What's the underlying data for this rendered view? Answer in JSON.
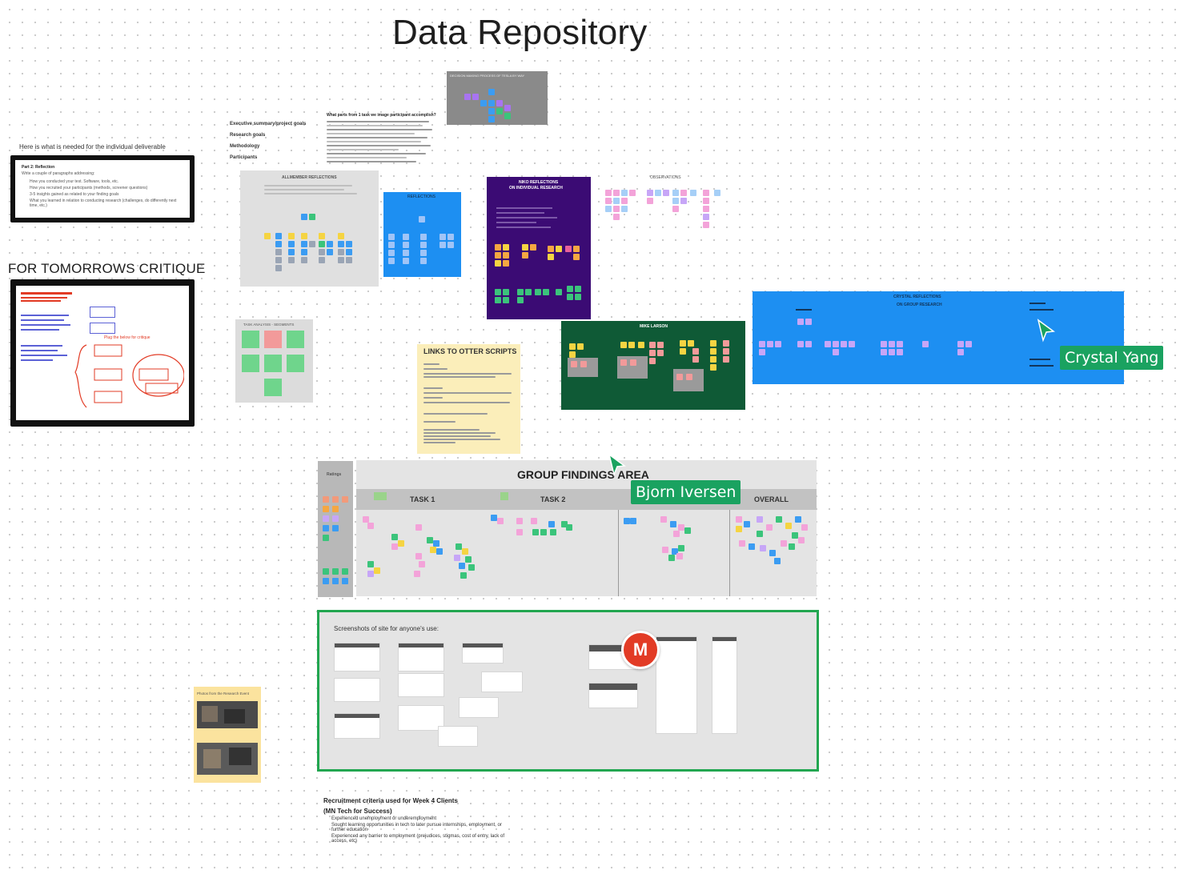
{
  "board": {
    "title": "Data Repository"
  },
  "deliverable": {
    "heading": "Here is what is needed for the individual deliverable",
    "part_label": "Part 2: Reflection",
    "checklist": "Write a couple of paragraphs addressing:",
    "bullets": [
      "How you conducted your test. Software, tools, etc.",
      "How you recruited your participants (methods, screener questions)",
      "3-5 insights gained as related to your finding goals",
      "What you learned in relation to conducting research (challenges, do differently next time, etc.)"
    ]
  },
  "critique": {
    "heading": "FOR TOMORROWS CRITIQUE",
    "plug_text": "Plug the below for critique"
  },
  "project_info": {
    "labels": [
      "Executive summary/project goals",
      "Research goals",
      "Methodology",
      "Participants"
    ],
    "question": "What parts from 1 task we image participant accomplish?"
  },
  "frames": {
    "heatmap_title": "DECISION MAKING PROCESS OF TESLA BY WAY",
    "allmember_title": "ALLMEMBER REFLECTIONS",
    "blue_small_title": "REFLECTIONS",
    "purple_title": "NIKO REFLECTIONS",
    "purple_subtitle": "ON INDIVIDUAL RESEARCH",
    "pastel_title": "OBSERVATIONS",
    "task_analysis_title": "TASK ANALYSIS - SEGMENTS",
    "links_title": "LINKS TO OTTER SCRIPTS",
    "mike_title": "MIKE LARSON",
    "crystal_title": "CRYSTAL REFLECTIONS",
    "crystal_subtitle": "ON GROUP RESEARCH"
  },
  "group_findings": {
    "title": "GROUP FINDINGS AREA",
    "ratings_label": "Ratings",
    "columns": [
      "TASK 1",
      "TASK 2",
      "OVERALL"
    ]
  },
  "screenshots": {
    "label": "Screenshots of site for anyone's use:"
  },
  "photos": {
    "label": "Photos from the Research Event"
  },
  "recruitment": {
    "heading": "Recruitment criteria used for Week 4 Clients",
    "subheading": "(MN Tech for Success)",
    "bullets": [
      "Experienced unemployment or underemployment",
      "Sought learning opportunities in tech to later pursue internships, employment, or further education",
      "Experienced any barrier to employment (prejudices, stigmas, cost of entry, lack of access, etc)"
    ]
  },
  "collaborators": {
    "cursor_1": "Crystal Yang",
    "cursor_2": "Bjorn Iversen",
    "avatar_initial": "M"
  },
  "colors": {
    "cursor_green": "#1aa260",
    "avatar_red": "#e23b25",
    "blue_frame": "#1d8ff2",
    "purple_frame": "#3b0b74",
    "dark_green_frame": "#0f5a36",
    "screenshots_border": "#22a650"
  }
}
